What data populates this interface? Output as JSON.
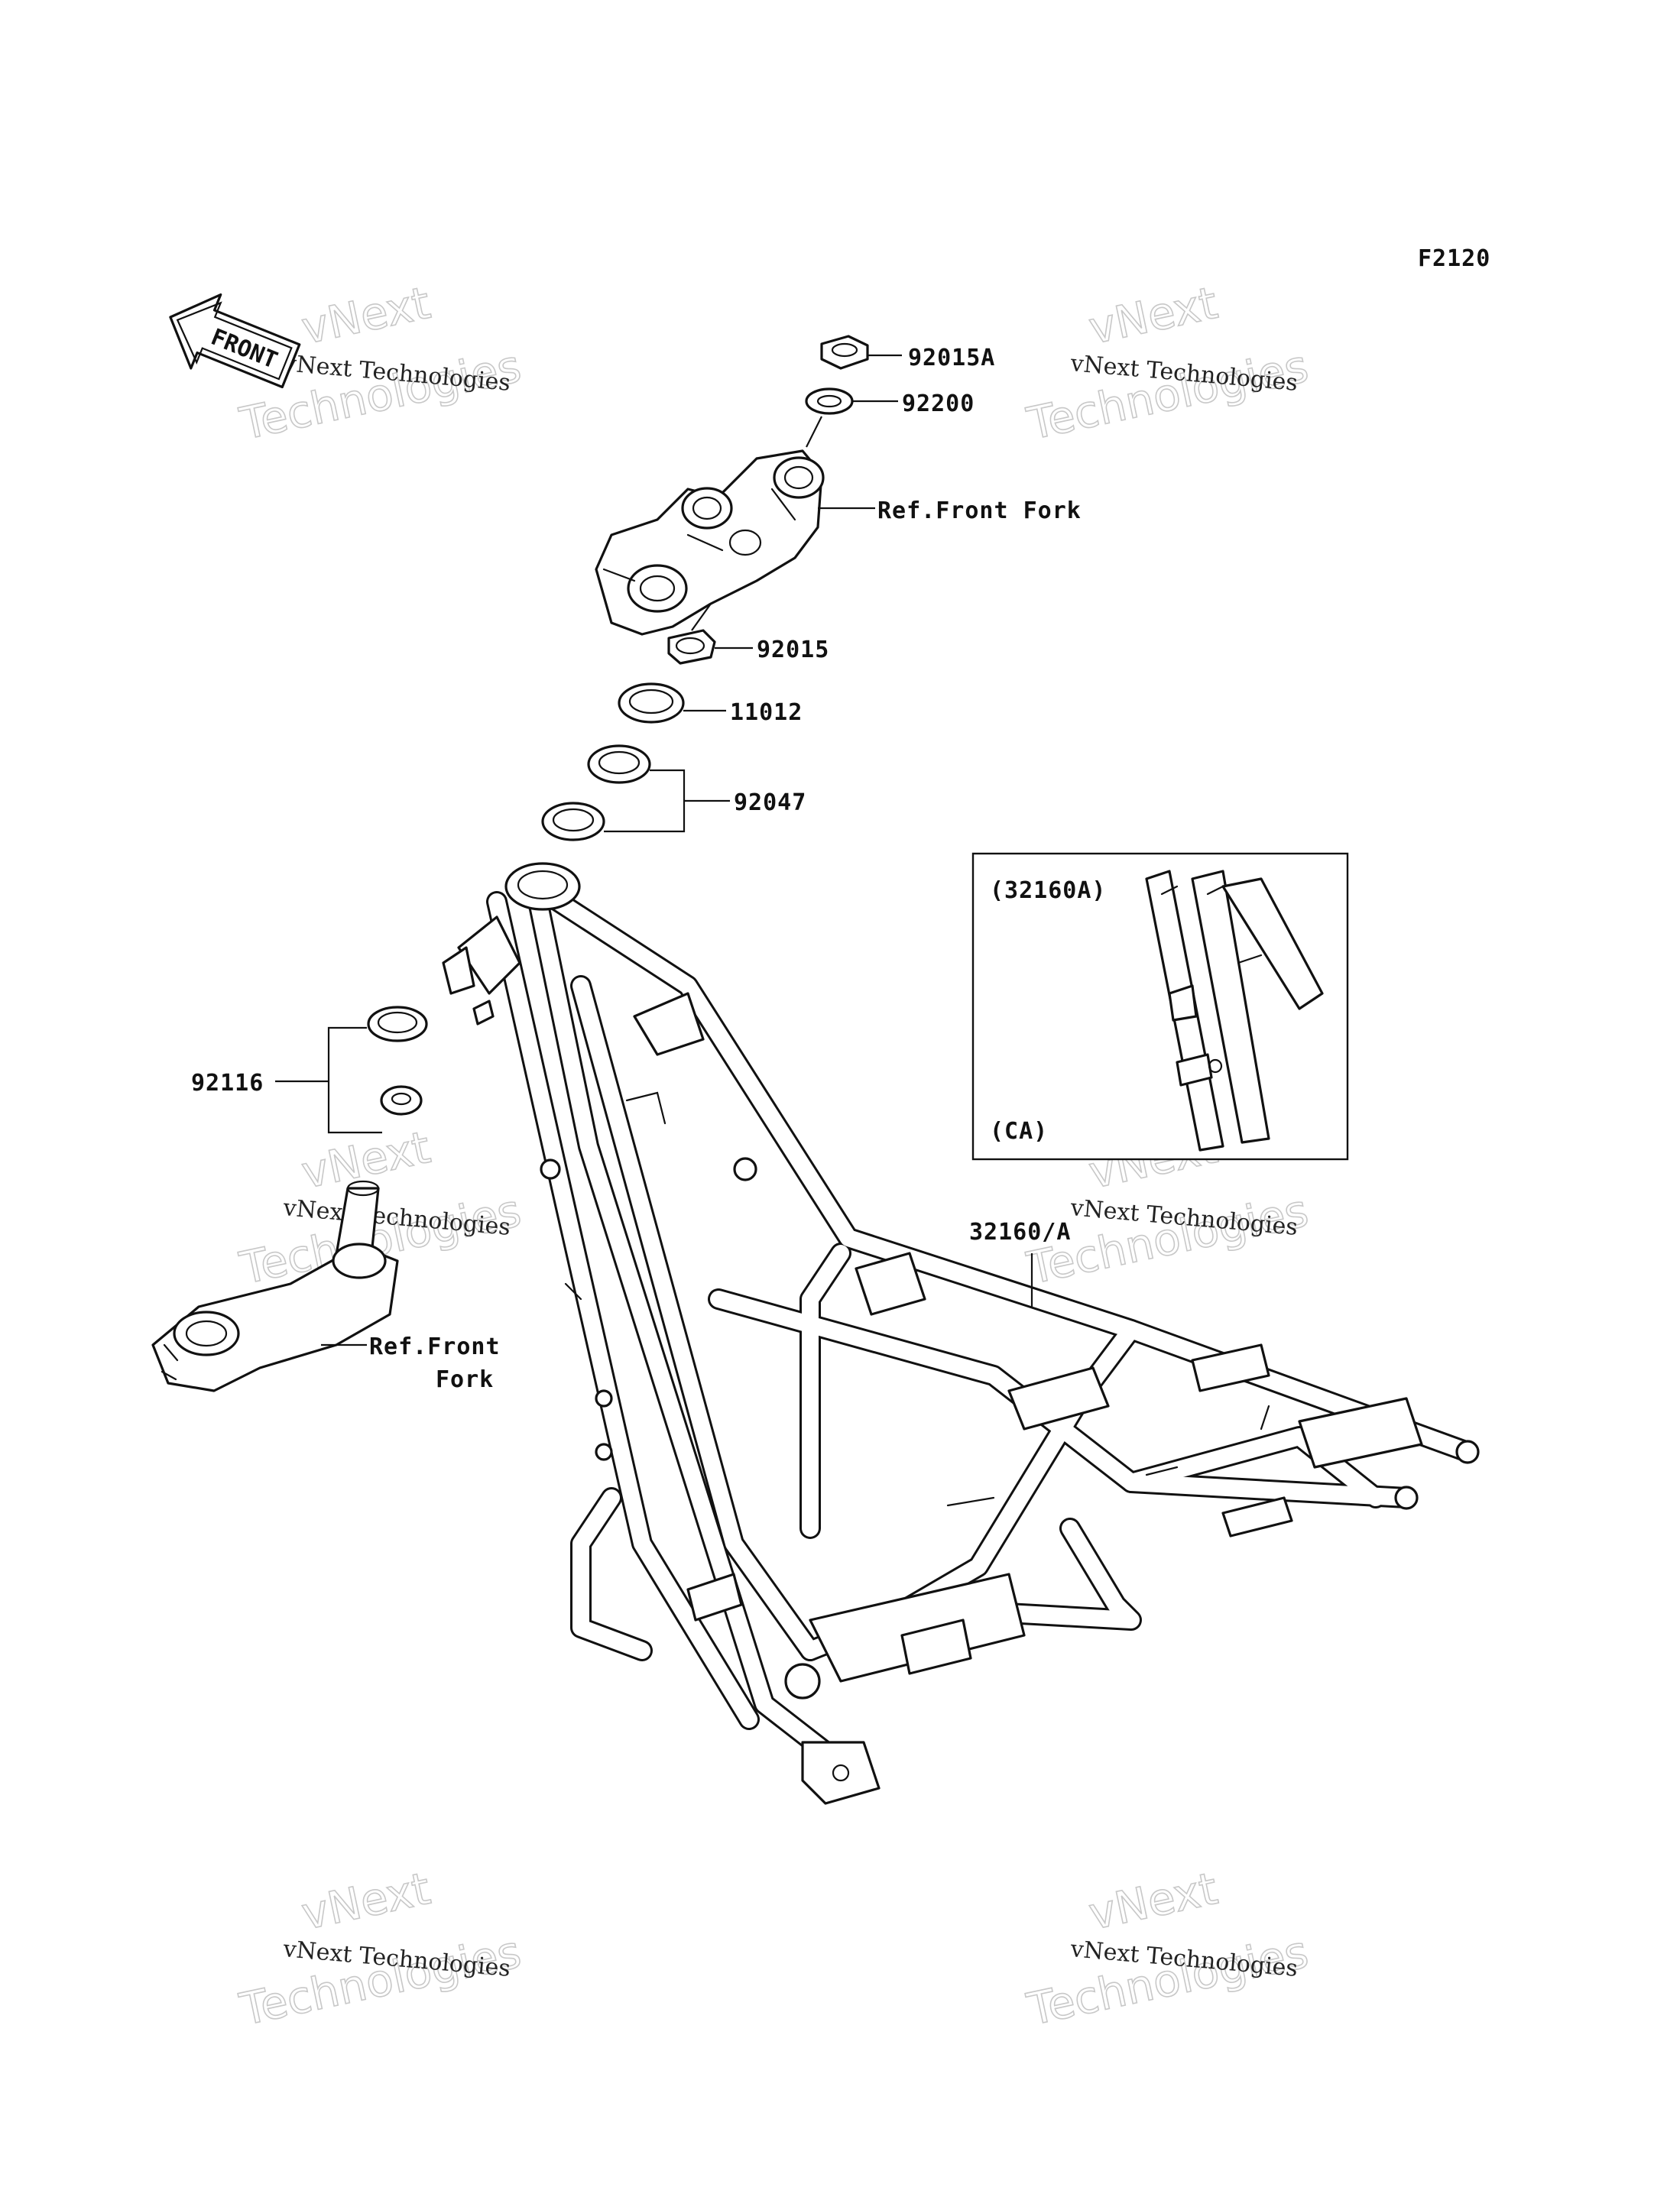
{
  "figure_code": "F2120",
  "front_arrow_text": "FRONT",
  "callouts": {
    "nut_top": "92015A",
    "washer": "92200",
    "ref_upper": "Ref.Front Fork",
    "nut_lower": "92015",
    "seal": "11012",
    "races": "92047",
    "bearing": "92116",
    "frame": "32160/A",
    "ref_lower_line1": "Ref.Front",
    "ref_lower_line2": "Fork"
  },
  "inset": {
    "label_top": "(32160A)",
    "label_bottom": "(CA)"
  },
  "watermark": {
    "line_small": "vNext Technologies",
    "line_big_1": "vNext",
    "line_big_2": "Technologies"
  }
}
